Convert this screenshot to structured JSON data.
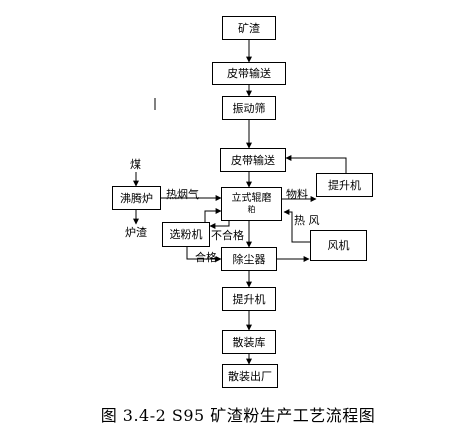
{
  "nodes": {
    "slag": "矿渣",
    "belt1": "皮带输送",
    "screen": "振动筛",
    "belt2": "皮带输送",
    "boiler": "沸腾炉",
    "mill": "立式辊磨",
    "mill_sub": "粕",
    "elevator1": "提升机",
    "separator": "选粉机",
    "fan": "风机",
    "dust": "除尘器",
    "elevator2": "提升机",
    "bulk_store": "散装库",
    "bulk_out": "散装出厂"
  },
  "labels": {
    "coal": "煤",
    "hot_flue": "热烟气",
    "ash": "炉渣",
    "material": "物料",
    "hot_air": "热  风",
    "reject": "不合格",
    "accept": "合格"
  },
  "caption": "图 3.4-2    S95 矿渣粉生产工艺流程图"
}
